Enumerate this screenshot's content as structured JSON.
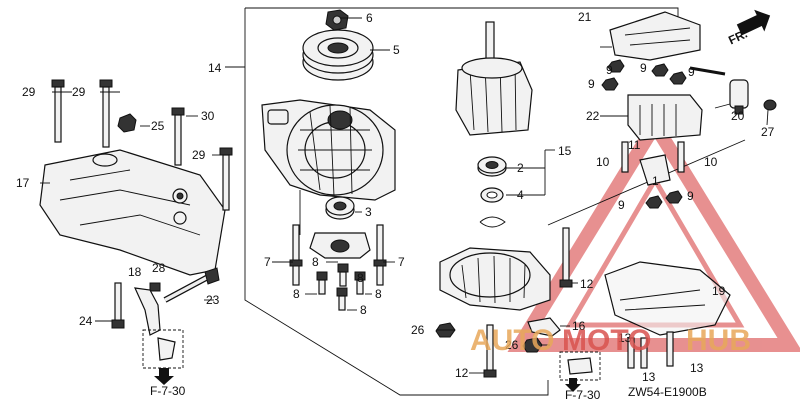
{
  "labels": {
    "p1": "1",
    "p2": "2",
    "p3": "3",
    "p4": "4",
    "p5": "5",
    "p6": "6",
    "p7a": "7",
    "p7b": "7",
    "p8a": "8",
    "p8b": "8",
    "p8c": "8",
    "p8d": "8",
    "p8e": "8",
    "p9a": "9",
    "p9b": "9",
    "p9c": "9",
    "p9d": "9",
    "p9e": "9",
    "p9f": "9",
    "p10a": "10",
    "p10b": "10",
    "p11": "11",
    "p12a": "12",
    "p12b": "12",
    "p13a": "13",
    "p13b": "13",
    "p13c": "13",
    "p14": "14",
    "p15": "15",
    "p16": "16",
    "p17": "17",
    "p18": "18",
    "p19": "19",
    "p20": "20",
    "p21": "21",
    "p22": "22",
    "p23": "23",
    "p24": "24",
    "p25": "25",
    "p26a": "26",
    "p26b": "26",
    "p27": "27",
    "p28": "28",
    "p29a": "29",
    "p29b": "29",
    "p29c": "29",
    "p30": "30"
  },
  "ref_left": "F-7-30",
  "ref_right": "F-7-30",
  "direction": "FR.",
  "diagram_code": "ZW54-E1900B",
  "watermark": {
    "auto": "AUTO",
    "moto": "MOTO",
    "hub": "HUB",
    "color_main": "#e8a85a",
    "color_accent": "#d9534f"
  }
}
